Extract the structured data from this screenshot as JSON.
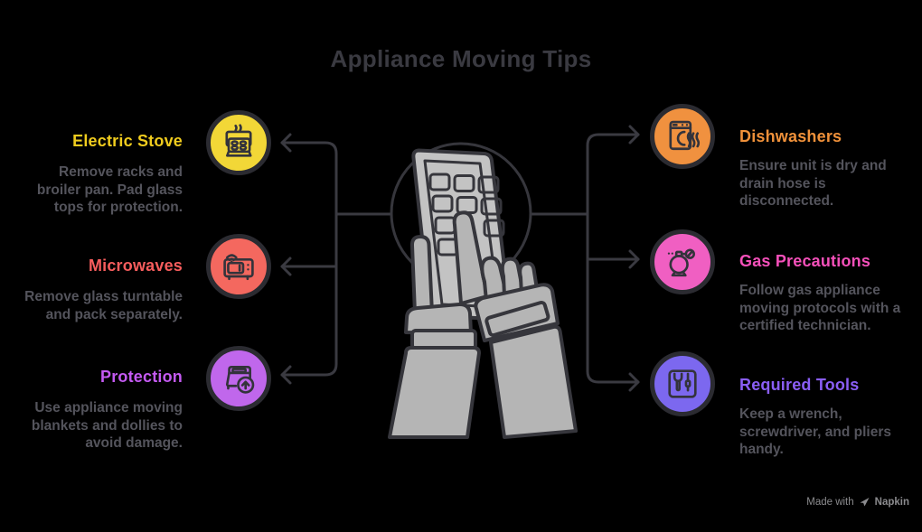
{
  "title": "Appliance Moving Tips",
  "center": {
    "illustration": "hands-holding-phone-with-checklist"
  },
  "items": {
    "left": [
      {
        "heading": "Electric Stove",
        "description": "Remove racks and broiler pan. Pad glass tops for protection.",
        "accent": "#F0CC1E",
        "circle_fill": "#F2D737",
        "icon": "electric-stove-icon"
      },
      {
        "heading": "Microwaves",
        "description": "Remove glass turntable and pack separately.",
        "accent": "#F75D5D",
        "circle_fill": "#F4685F",
        "icon": "microwave-icon"
      },
      {
        "heading": "Protection",
        "description": "Use appliance moving blankets and dollies to avoid damage.",
        "accent": "#C45AF2",
        "circle_fill": "#C067EC",
        "icon": "appliance-dolly-icon"
      }
    ],
    "right": [
      {
        "heading": "Dishwashers",
        "description": "Ensure unit is dry and drain hose is disconnected.",
        "accent": "#F0913A",
        "circle_fill": "#F0913F",
        "icon": "dishwasher-icon"
      },
      {
        "heading": "Gas Precautions",
        "description": "Follow gas appliance moving protocols with a certified technician.",
        "accent": "#F550BA",
        "circle_fill": "#F05FC2",
        "icon": "gas-tank-icon"
      },
      {
        "heading": "Required Tools",
        "description": "Keep a wrench, screwdriver, and pliers handy.",
        "accent": "#8A5EF5",
        "circle_fill": "#7C68EF",
        "icon": "wrench-screwdriver-icon"
      }
    ]
  },
  "footer": {
    "made_with": "Made with",
    "brand": "Napkin",
    "logo": "napkin-logo-icon"
  }
}
